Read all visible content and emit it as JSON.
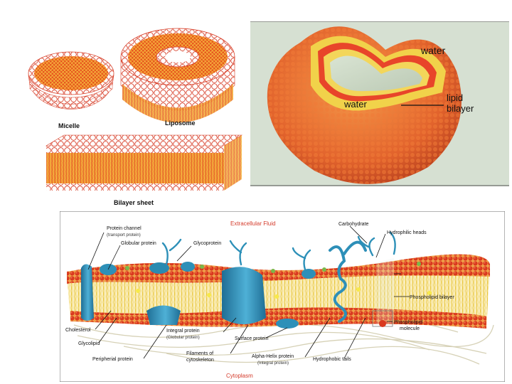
{
  "top_left": {
    "micelle_label": "Micelle",
    "liposome_label": "Liposome",
    "bilayer_sheet_label": "Bilayer sheet"
  },
  "top_right": {
    "water_outer": "water",
    "water_inner": "water",
    "lipid_bilayer_line1": "lipid",
    "lipid_bilayer_line2": "bilayer"
  },
  "membrane": {
    "extracellular_fluid": "Extracellular Fluid",
    "cytoplasm": "Cytoplasm",
    "labels": {
      "protein_channel": "Protein channel",
      "protein_channel_sub": "(transport protein)",
      "globular_protein": "Globular protein",
      "glycoprotein": "Glycoprotein",
      "carbohydrate": "Carbohydrate",
      "hydrophilic_heads": "Hydrophilic heads",
      "phospholipid_bilayer": "Phospholipid bilayer",
      "phospholipid_molecule_1": "Phospholipid",
      "phospholipid_molecule_2": "molecule",
      "cholesterol": "Cholesterol",
      "glycolipid": "Glycolipid",
      "peripheral_protein": "Peripherial protein",
      "integral_protein": "Integral protein",
      "integral_protein_sub": "(Globular protein)",
      "surface_protein": "Surface protein",
      "filaments_1": "Filaments of",
      "filaments_2": "cytoskeleton",
      "alpha_helix_protein": "Alpha-Helix protein",
      "alpha_helix_sub": "(Integral protein)",
      "hydrophobic_tails": "Hydrophobic tails"
    }
  },
  "colors": {
    "head_red": "#e8402a",
    "tail_yellow": "#f3d34a",
    "protein_blue": "#2f8fb5",
    "extracellular_red": "#d43a2a"
  }
}
